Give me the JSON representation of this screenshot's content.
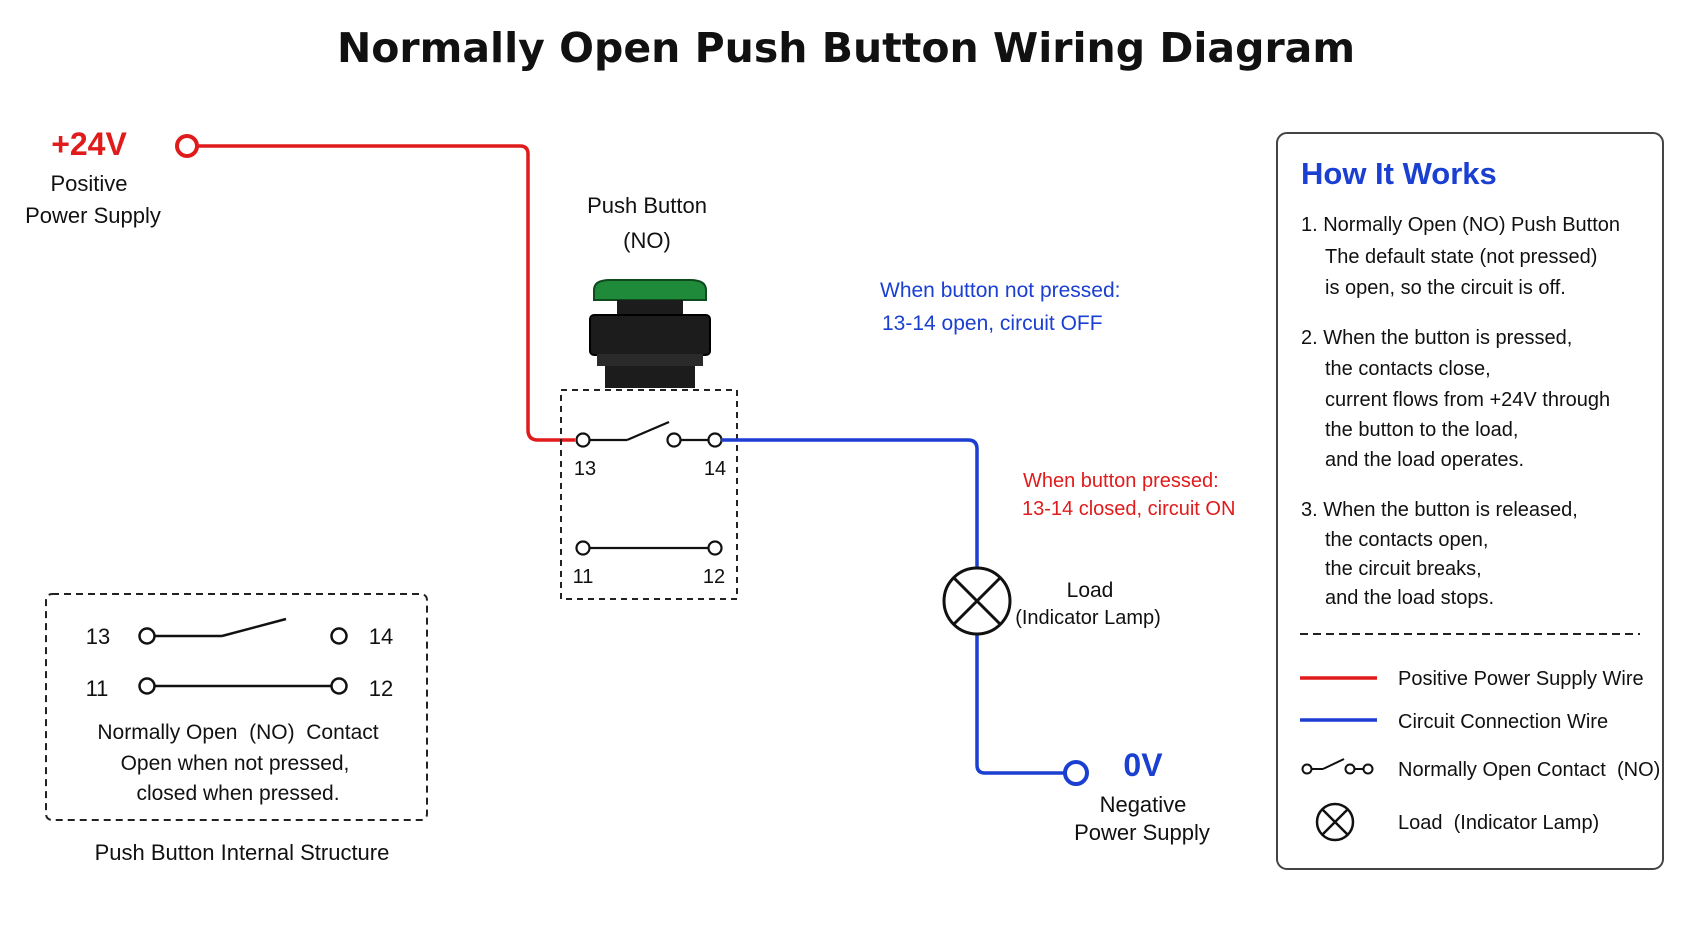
{
  "title": "Normally Open Push Button Wiring Diagram",
  "colors": {
    "positive": "#e01b1b",
    "circuit": "#1a3fd1",
    "text": "#111111",
    "button_cap": "#1f8a3a",
    "button_body": "#1c1c1c",
    "panel_border": "#444444"
  },
  "supply_positive": {
    "voltage": "+24V",
    "line1": "Positive",
    "line2": "Power Supply"
  },
  "supply_negative": {
    "voltage": "0V",
    "line1": "Negative",
    "line2": "Power Supply"
  },
  "push_button": {
    "line1": "Push Button",
    "line2": "(NO)"
  },
  "terminals": {
    "t13": "13",
    "t14": "14",
    "t11": "11",
    "t12": "12"
  },
  "notes": {
    "not_pressed_line1": "When button not pressed:",
    "not_pressed_line2": "13-14 open, circuit OFF",
    "pressed_line1": "When  button pressed:",
    "pressed_line2": "13-14 closed, circuit ON"
  },
  "load": {
    "line1": "Load",
    "line2": "(Indicator Lamp)"
  },
  "internal_structure": {
    "t13": "13",
    "t14": "14",
    "t11": "11",
    "t12": "12",
    "desc_line1": "Normally Open  (NO)  Contact",
    "desc_line2": "Open when not pressed,",
    "desc_line3": "closed when pressed.",
    "caption": "Push Button Internal Structure"
  },
  "how_it_works": {
    "heading": "How It Works",
    "step1": [
      "1. Normally Open (NO) Push Button",
      "The default state (not pressed)",
      "is open, so the circuit is off."
    ],
    "step2": [
      "2. When the button is pressed,",
      "the contacts close,",
      "current flows from +24V through",
      "the button to the load,",
      "and the load operates."
    ],
    "step3": [
      "3. When the button is released,",
      "the contacts open,",
      "the circuit breaks,",
      "and the load stops."
    ],
    "legend": {
      "positive_wire": "Positive Power Supply Wire",
      "circuit_wire": "Circuit Connection Wire",
      "no_contact": "Normally Open Contact  (NO)",
      "load": "Load  (Indicator Lamp)"
    }
  }
}
